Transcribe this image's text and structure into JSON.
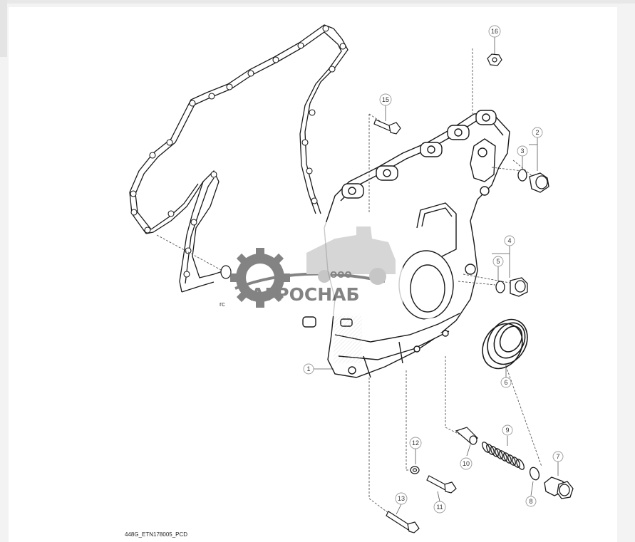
{
  "diagram": {
    "drawing_code": "448G_ETN178005_PCD",
    "callouts": [
      "1",
      "2",
      "3",
      "4",
      "5",
      "6",
      "7",
      "8",
      "9",
      "10",
      "11",
      "12",
      "13",
      "15",
      "16"
    ],
    "partial_label": "rc"
  },
  "watermark": {
    "prefix": "ООО",
    "brand": "АГРОСНАБ",
    "color": "#6e6e6e"
  },
  "colors": {
    "line": "#1a1a1a",
    "leader": "#555555",
    "callout_circle": "#999999"
  }
}
